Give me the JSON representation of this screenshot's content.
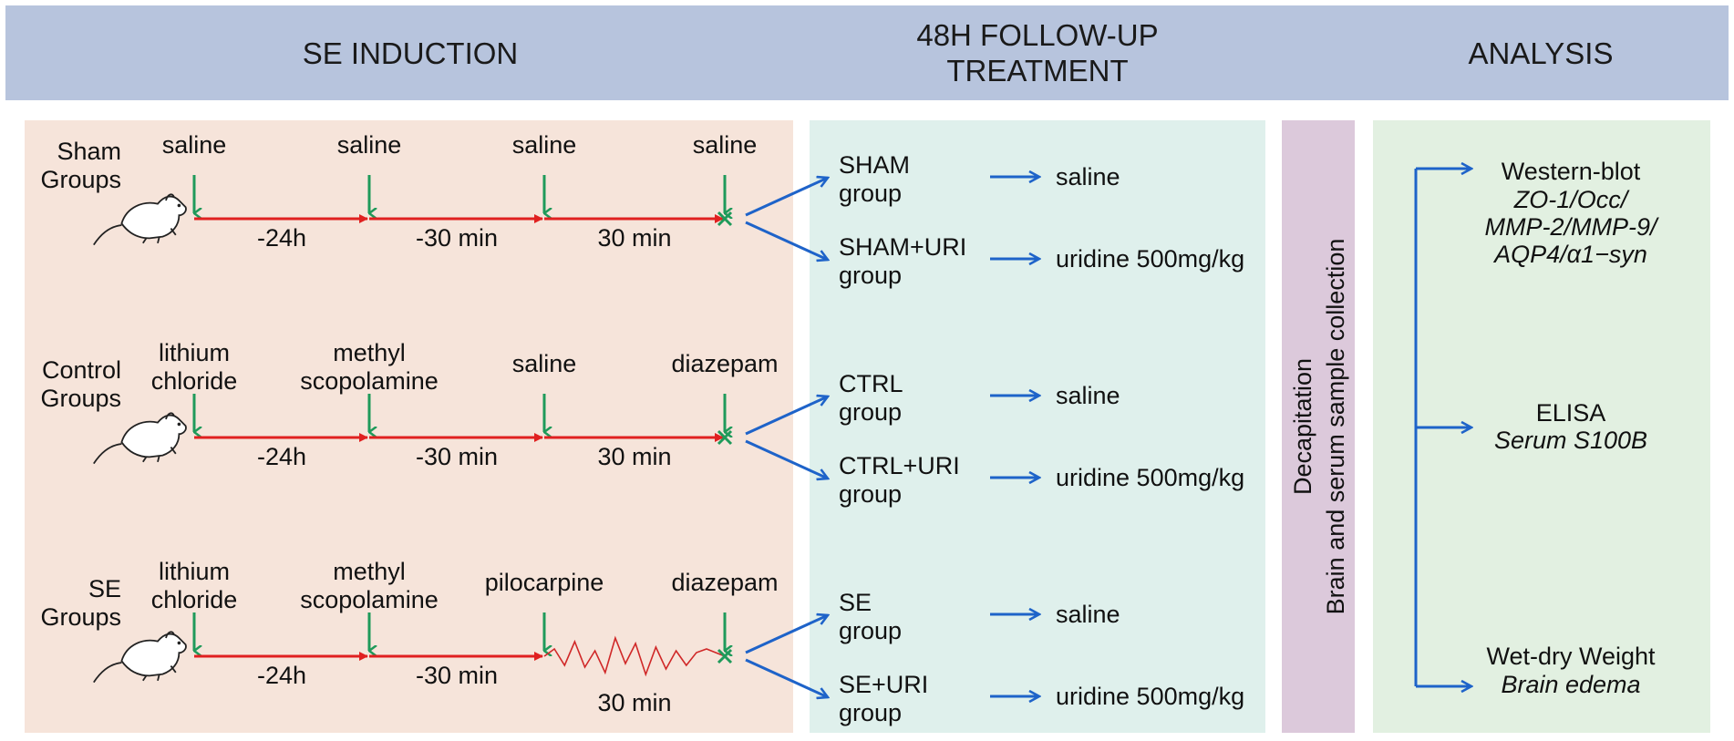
{
  "headers": {
    "induction": "SE INDUCTION",
    "followup_line1": "48H FOLLOW-UP",
    "followup_line2": "TREATMENT",
    "analysis": "ANALYSIS"
  },
  "groups": [
    {
      "name_line1": "Sham",
      "name_line2": "Groups",
      "drugs": [
        [
          "saline"
        ],
        [
          "saline"
        ],
        [
          "saline"
        ],
        [
          "saline"
        ]
      ],
      "intervals": [
        "-24h",
        "-30 min",
        "30 min"
      ],
      "seizure": false,
      "branches": [
        {
          "group_line1": "SHAM",
          "group_line2": "group",
          "treatment": "saline"
        },
        {
          "group_line1": "SHAM+URI",
          "group_line2": "group",
          "treatment": "uridine 500mg/kg"
        }
      ]
    },
    {
      "name_line1": "Control",
      "name_line2": "Groups",
      "drugs": [
        [
          "lithium",
          "chloride"
        ],
        [
          "methyl",
          "scopolamine"
        ],
        [
          "saline"
        ],
        [
          "diazepam"
        ]
      ],
      "intervals": [
        "-24h",
        "-30 min",
        "30 min"
      ],
      "seizure": false,
      "branches": [
        {
          "group_line1": "CTRL",
          "group_line2": "group",
          "treatment": "saline"
        },
        {
          "group_line1": "CTRL+URI",
          "group_line2": "group",
          "treatment": "uridine 500mg/kg"
        }
      ]
    },
    {
      "name_line1": "SE",
      "name_line2": "Groups",
      "drugs": [
        [
          "lithium",
          "chloride"
        ],
        [
          "methyl",
          "scopolamine"
        ],
        [
          "pilocarpine"
        ],
        [
          "diazepam"
        ]
      ],
      "intervals": [
        "-24h",
        "-30 min",
        "30 min"
      ],
      "seizure": true,
      "branches": [
        {
          "group_line1": "SE",
          "group_line2": "group",
          "treatment": "saline"
        },
        {
          "group_line1": "SE+URI",
          "group_line2": "group",
          "treatment": "uridine 500mg/kg"
        }
      ]
    }
  ],
  "collection": {
    "line1": "Decapitation",
    "line2": "Brain and serum sample collection"
  },
  "analysis": [
    {
      "title": "Western-blot",
      "details": [
        "ZO-1/Occ/",
        "MMP-2/MMP-9/",
        "AQP4/α1−syn"
      ]
    },
    {
      "title": "ELISA",
      "details": [
        "Serum S100B"
      ]
    },
    {
      "title": "Wet-dry Weight",
      "details": [
        "Brain edema"
      ]
    }
  ],
  "colors": {
    "header_bg": "#b7c4dd",
    "induction_bg": "#f6e4da",
    "followup_bg": "#dff0ec",
    "collection_bg": "#dcc9db",
    "analysis_bg": "#e2f0e1",
    "timeline_arrow": "#e02020",
    "drug_arrow": "#1f9a5a",
    "branch_arrow": "#1e63c9"
  }
}
